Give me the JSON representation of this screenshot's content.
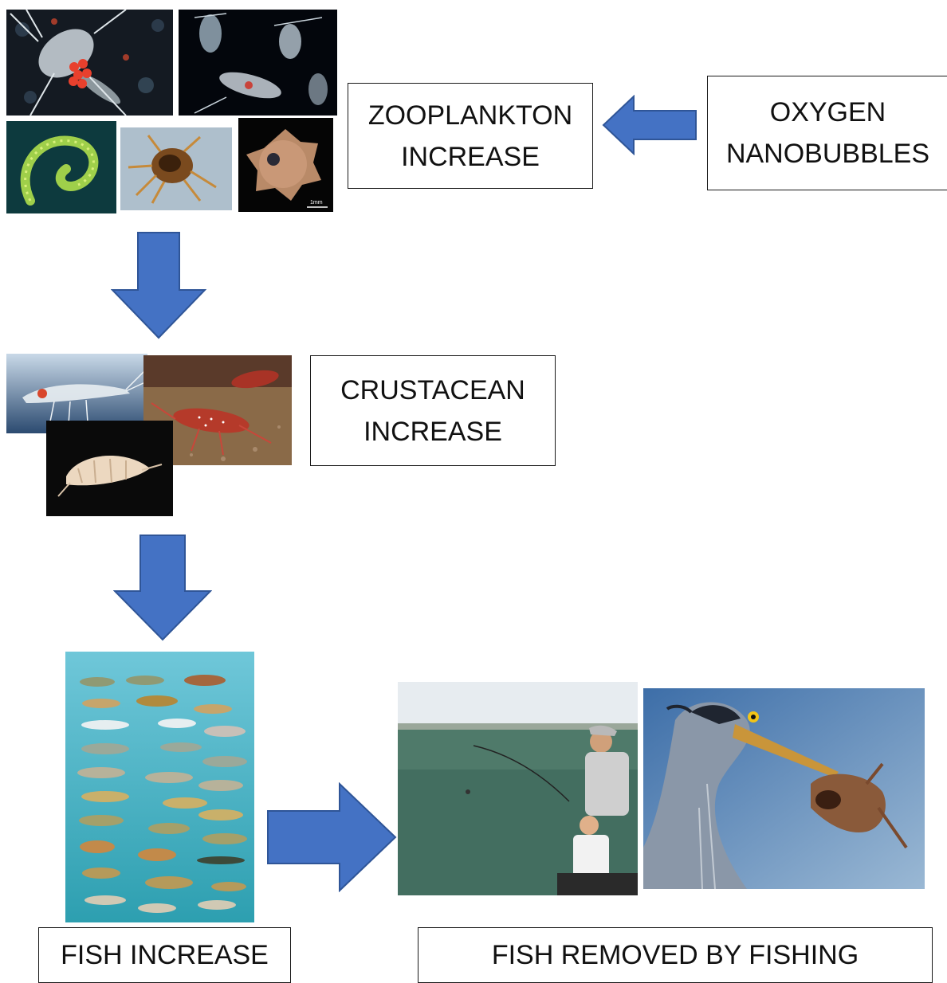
{
  "colors": {
    "arrow": "#4472c4",
    "arrow_stroke": "#2f5597",
    "box_border": "#1a1a1a",
    "text": "#111111"
  },
  "boxes": {
    "oxygen": {
      "line1": "OXYGEN",
      "line2": "NANOBUBBLES"
    },
    "zooplankton": {
      "line1": "ZOOPLANKTON",
      "line2": "INCREASE"
    },
    "crustacean": {
      "line1": "CRUSTACEAN",
      "line2": "INCREASE"
    },
    "fish": {
      "label": "FISH INCREASE"
    },
    "removed": {
      "label": "FISH REMOVED BY FISHING"
    }
  },
  "icons": {
    "zooplankton_photos": [
      "copepod-photo",
      "zooplankton-group-photo",
      "diatom-chain-photo",
      "larva-photo",
      "radiolarian-photo"
    ],
    "crustacean_photos": [
      "krill-photo",
      "shrimp-photo",
      "amphipod-photo"
    ],
    "fish_photos": [
      "fish-poster-photo"
    ],
    "predation_photos": [
      "fishing-photo",
      "heron-photo"
    ]
  },
  "photo_text": {
    "scale_bar": "1mm"
  }
}
